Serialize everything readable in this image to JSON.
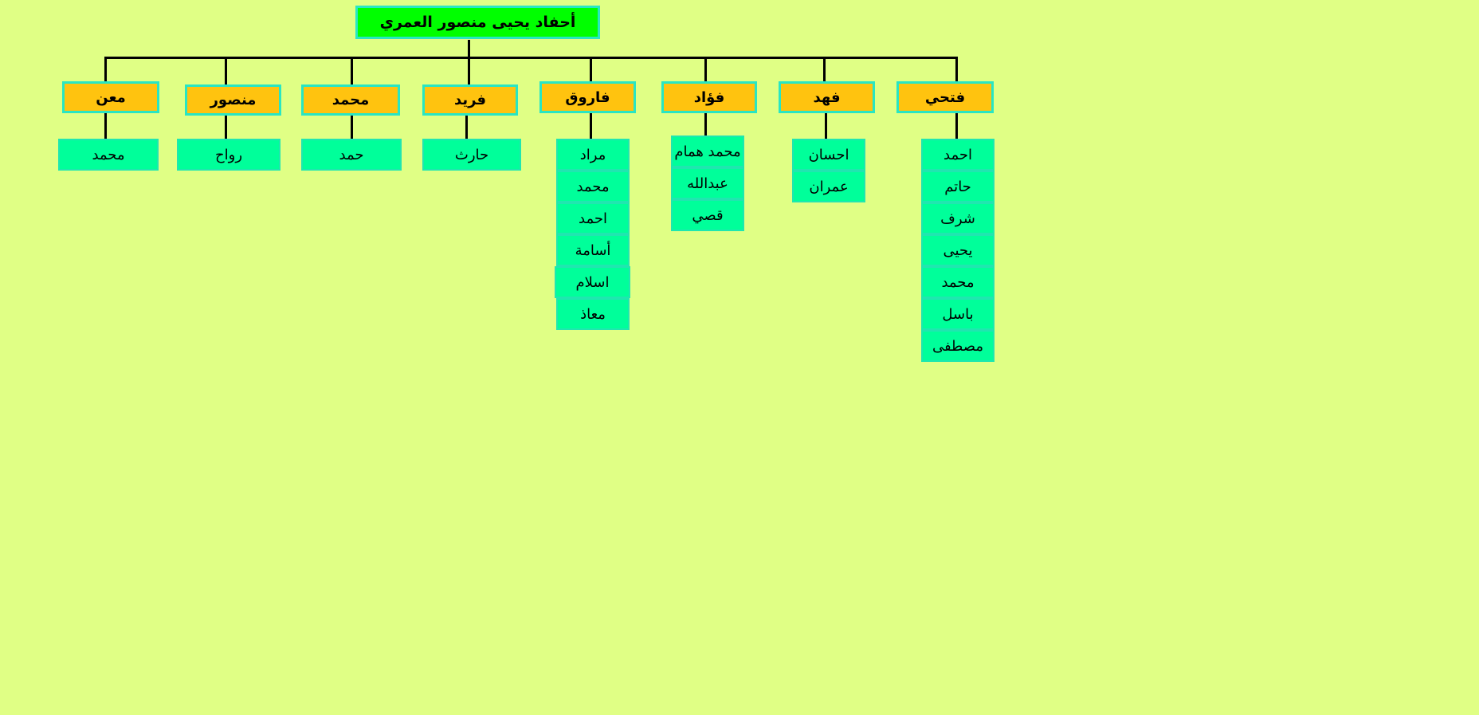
{
  "root": {
    "label": "أحفاد يحيى منصور  العمري"
  },
  "sons": [
    {
      "name": "معن",
      "children": [
        "محمد"
      ]
    },
    {
      "name": "منصور",
      "children": [
        "رواح"
      ]
    },
    {
      "name": "محمد",
      "children": [
        "حمد"
      ]
    },
    {
      "name": "فريد",
      "children": [
        "حارث"
      ]
    },
    {
      "name": "فاروق",
      "children": [
        "مراد",
        "محمد",
        "احمد",
        "أسامة",
        "اسلام",
        "معاذ"
      ]
    },
    {
      "name": "فؤاد",
      "children": [
        "محمد همام",
        "عبدالله",
        "قصي"
      ]
    },
    {
      "name": "فهد",
      "children": [
        "احسان",
        "عمران"
      ]
    },
    {
      "name": "فتحي",
      "children": [
        "احمد",
        "حاتم",
        "شرف",
        "يحيى",
        "محمد",
        "باسل",
        "مصطفى"
      ]
    }
  ],
  "colors": {
    "background": "#e0ff85",
    "root_fill": "#00ff00",
    "son_fill": "#ffc30f",
    "grandchild_fill": "#00ff9a",
    "border": "#28e6c4"
  }
}
